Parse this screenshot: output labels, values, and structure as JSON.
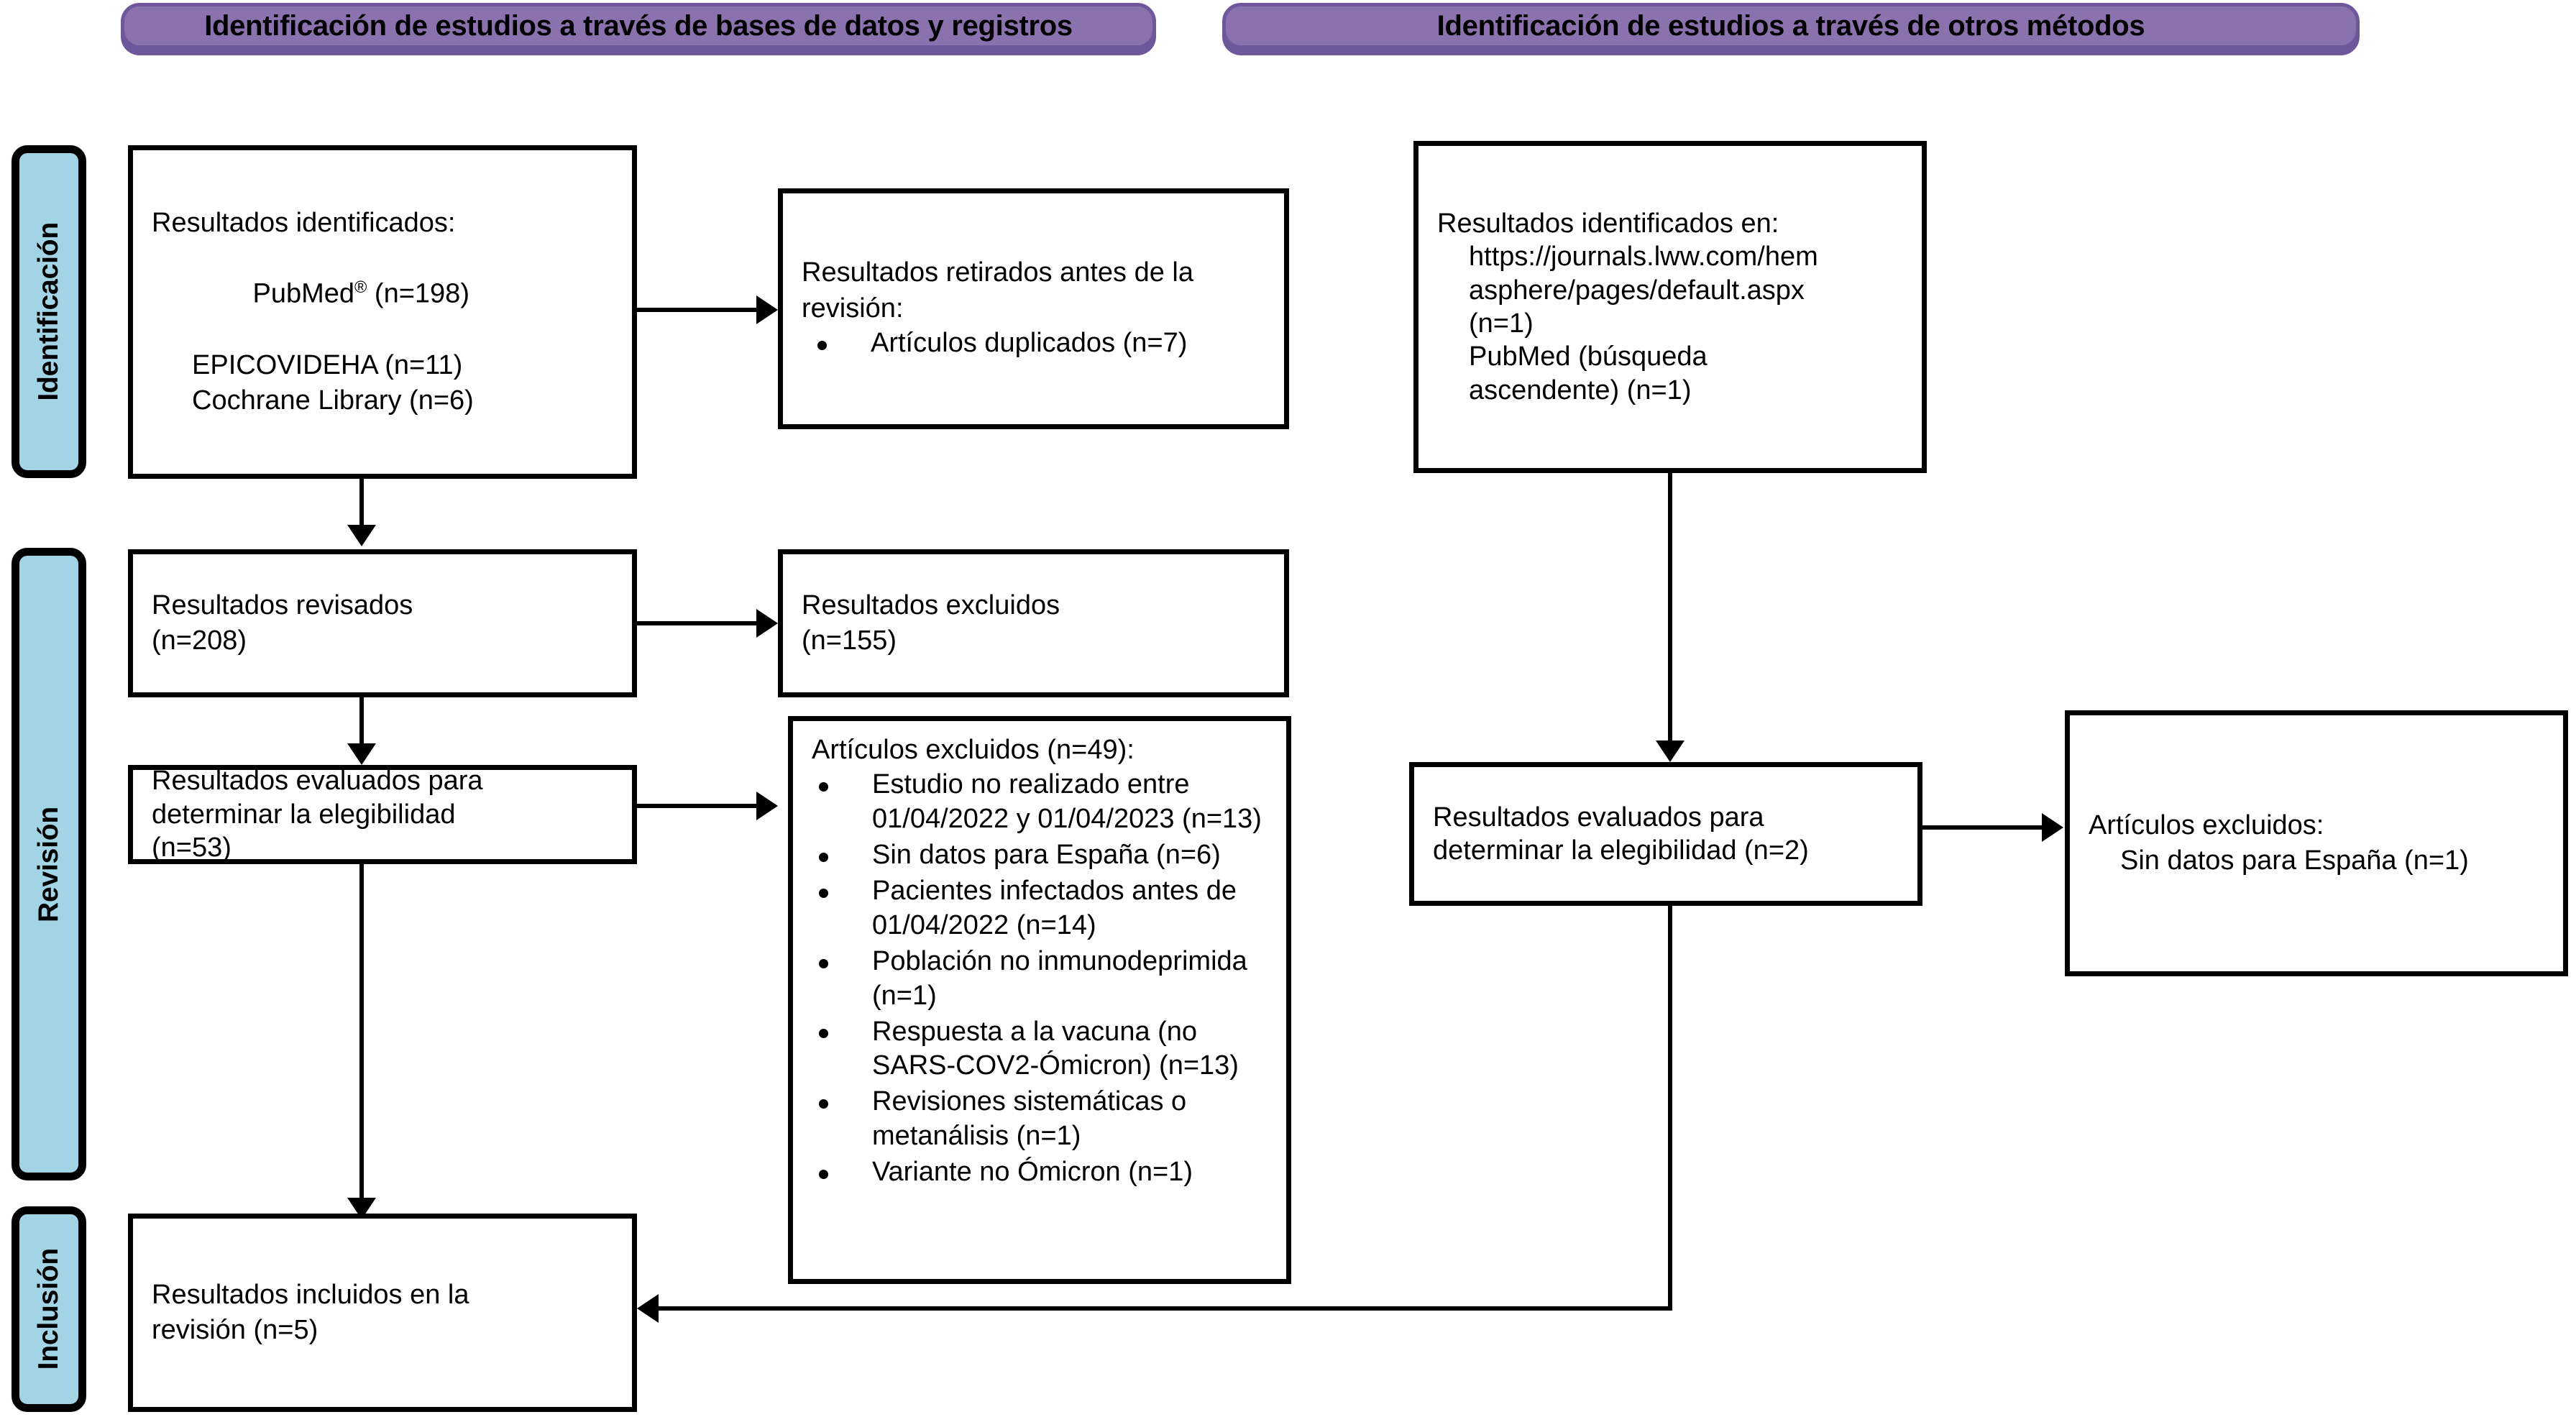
{
  "diagram": {
    "title": "PRISMA flow diagram",
    "colors": {
      "banner_fill": "#8B72AF",
      "banner_edge": "#6E579A",
      "stage_fill": "#A2D4E5",
      "box_border": "#000000",
      "background": "#ffffff"
    }
  },
  "banners": [
    {
      "label": "Identificación de estudios a través de bases de datos y registros"
    },
    {
      "label": "Identificación de estudios a través de otros métodos"
    }
  ],
  "stages": [
    {
      "label": "Identificación"
    },
    {
      "label": "Revisión"
    },
    {
      "label": "Inclusión"
    }
  ],
  "nodes": {
    "identified_db": {
      "heading": "Resultados identificados:",
      "lines": [
        {
          "pre": "PubMed",
          "sup": "®",
          "post": " (n=198)"
        },
        {
          "pre": "EPICOVIDEHA (n=11)",
          "sup": "",
          "post": ""
        },
        {
          "pre": "Cochrane Library (n=6)",
          "sup": "",
          "post": ""
        }
      ]
    },
    "removed_before": {
      "heading_line1": "Resultados retirados antes de la",
      "heading_line2": "revisión:",
      "bullets": [
        "Artículos duplicados (n=7)"
      ]
    },
    "identified_other": {
      "heading": "Resultados identificados en:",
      "lines": [
        "https://journals.lww.com/hem",
        "asphere/pages/default.aspx",
        "(n=1)",
        "PubMed (búsqueda",
        "ascendente) (n=1)"
      ]
    },
    "screened": {
      "lines": [
        "Resultados revisados",
        "(n=208)"
      ]
    },
    "screened_excluded": {
      "lines": [
        "Resultados excluidos",
        "(n=155)"
      ]
    },
    "eligibility_db": {
      "lines": [
        "Resultados evaluados para",
        "determinar la elegibilidad",
        "(n=53)"
      ]
    },
    "articles_excluded": {
      "heading": "Artículos excluidos (n=49):",
      "bullets": [
        "Estudio no realizado entre 01/04/2022 y 01/04/2023 (n=13)",
        "Sin datos para España (n=6)",
        "Pacientes infectados antes de 01/04/2022 (n=14)",
        "Población no inmunodeprimida (n=1)",
        "Respuesta a la vacuna (no SARS-COV2-Ómicron) (n=13)",
        "Revisiones sistemáticas o metanálisis (n=1)",
        "Variante no Ómicron (n=1)"
      ]
    },
    "eligibility_other": {
      "lines": [
        "Resultados evaluados para",
        "determinar la elegibilidad (n=2)"
      ]
    },
    "articles_excluded_other": {
      "heading": "Artículos excluidos:",
      "detail": "Sin datos para España (n=1)"
    },
    "included": {
      "lines": [
        "Resultados incluidos en la",
        "revisión (n=5)"
      ]
    }
  }
}
